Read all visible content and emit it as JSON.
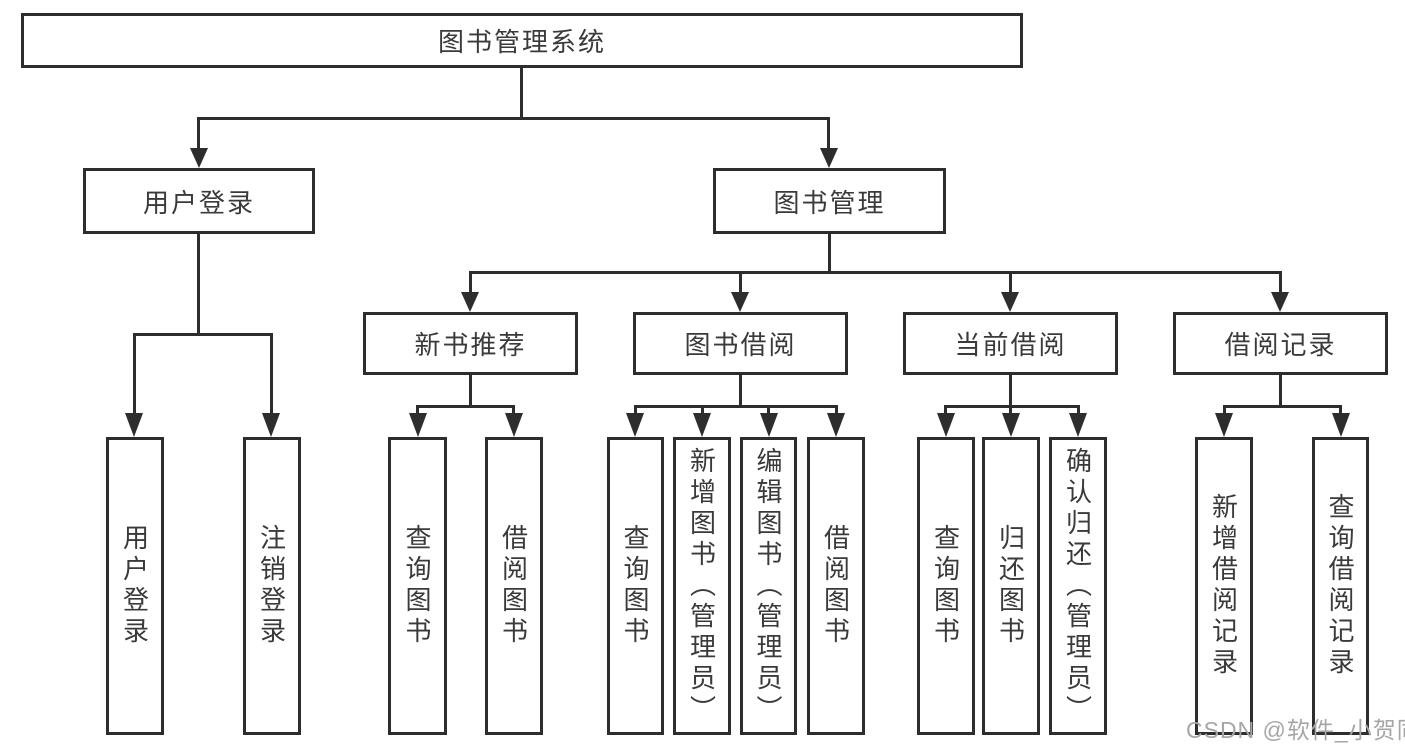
{
  "diagram": {
    "root": {
      "label": "图书管理系统"
    },
    "level2": [
      {
        "label": "用户登录"
      },
      {
        "label": "图书管理"
      }
    ],
    "level3": [
      {
        "label": "新书推荐"
      },
      {
        "label": "图书借阅"
      },
      {
        "label": "当前借阅"
      },
      {
        "label": "借阅记录"
      }
    ],
    "leaves": [
      {
        "label": "用户登录"
      },
      {
        "label": "注销登录"
      },
      {
        "label": "查询图书"
      },
      {
        "label": "借阅图书"
      },
      {
        "label": "查询图书"
      },
      {
        "label": "新增图书（管理员）"
      },
      {
        "label": "编辑图书（管理员）"
      },
      {
        "label": "借阅图书"
      },
      {
        "label": "查询图书"
      },
      {
        "label": "归还图书"
      },
      {
        "label": "确认归还（管理员）"
      },
      {
        "label": "新增借阅记录"
      },
      {
        "label": "查询借阅记录"
      }
    ]
  },
  "watermark": {
    "text": "CSDN @软件_小贺同学",
    "color": "#a6a6a6"
  },
  "colors": {
    "line": "#2d2d2d",
    "text": "#3a3a3a",
    "background": "#ffffff"
  }
}
